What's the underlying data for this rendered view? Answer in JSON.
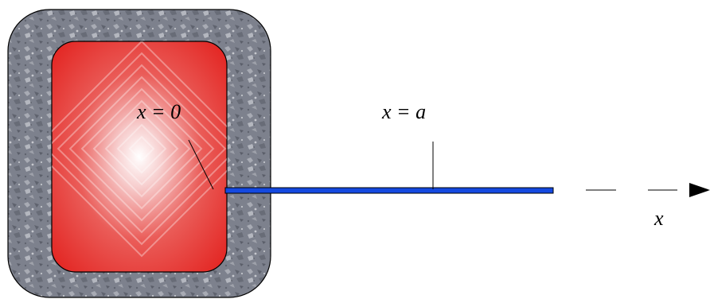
{
  "labels": {
    "origin": "x = 0",
    "end": "x = a",
    "axis": "x"
  },
  "colors": {
    "outer_block": "#7c808c",
    "inner_block": "#e8231f",
    "inner_highlight": "#ffffff",
    "rod": "#1449e0",
    "outline": "#000000"
  }
}
